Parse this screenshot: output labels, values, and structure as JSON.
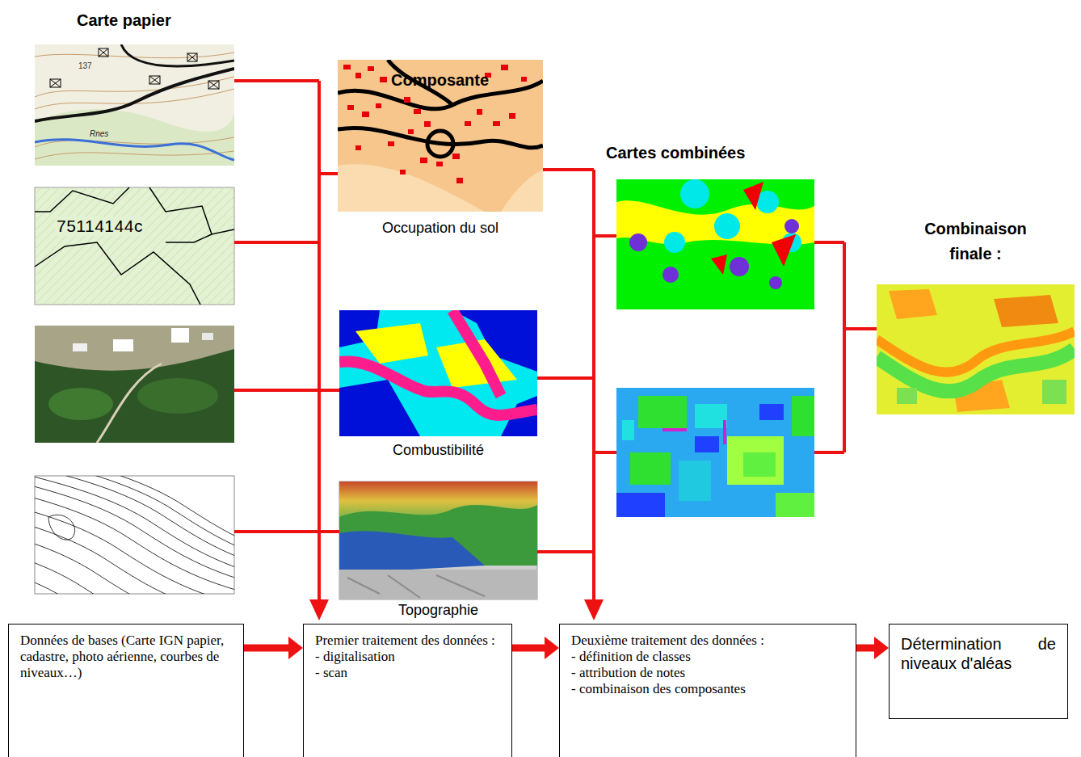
{
  "diagram": {
    "nodes": [
      {
        "text": [
          "Occupation du sol"
        ]
      },
      {
        "text": [
          "Combustibilité"
        ]
      },
      {
        "text": [
          "Topographie"
        ]
      },
      {
        "text": [
          "Combinaison finale :"
        ]
      },
      {
        "text": [
          "Données de bases (Carte IGN papier, cadastre, photo aérienne, courbes de niveaux…)"
        ]
      },
      {
        "text": [
          "Premier traitement des données :",
          "- digitalisation",
          "- scan"
        ]
      },
      {
        "text": [
          "Deuxième traitement des données :",
          "- définition de classes",
          "- attribution de notes",
          "- combinaison des composantes"
        ]
      },
      {
        "text": [
          "Détermination de niveaux d'aléas"
        ]
      }
    ],
    "edges": [
      {
        "from": 4,
        "to": 5,
        "arrow": "to"
      },
      {
        "from": 5,
        "to": 6,
        "arrow": "to"
      },
      {
        "from": 6,
        "to": 7,
        "arrow": "to"
      }
    ],
    "labels": [
      "Carte papier",
      "137",
      "Rnes",
      "75114144c",
      "Composante",
      "Cartes combinées"
    ]
  }
}
